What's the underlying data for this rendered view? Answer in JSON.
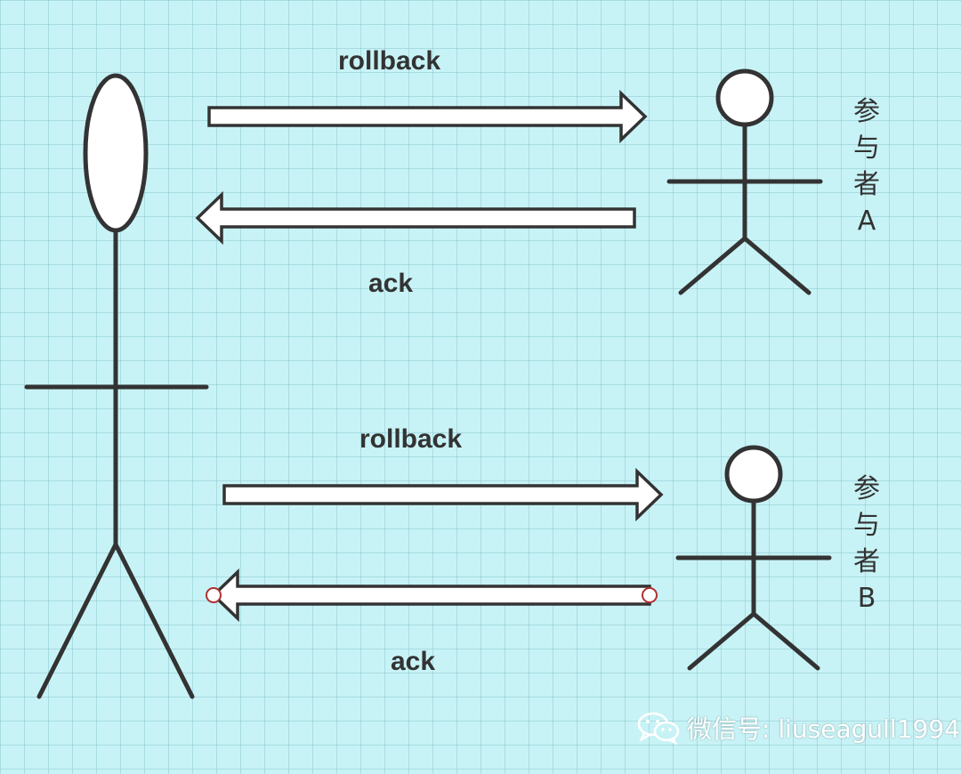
{
  "messages": {
    "a_request": "rollback",
    "a_reply": "ack",
    "b_request": "rollback",
    "b_reply": "ack"
  },
  "participants": {
    "a": [
      "参",
      "与",
      "者",
      "A"
    ],
    "b": [
      "参",
      "与",
      "者",
      "B"
    ]
  },
  "watermark": {
    "text": "微信号: liuseagull1994",
    "icon": "wechat-icon"
  },
  "colors": {
    "background": "#c8f3f6",
    "stroke": "#333333",
    "fill": "#ffffff",
    "handle": "#b03030"
  }
}
